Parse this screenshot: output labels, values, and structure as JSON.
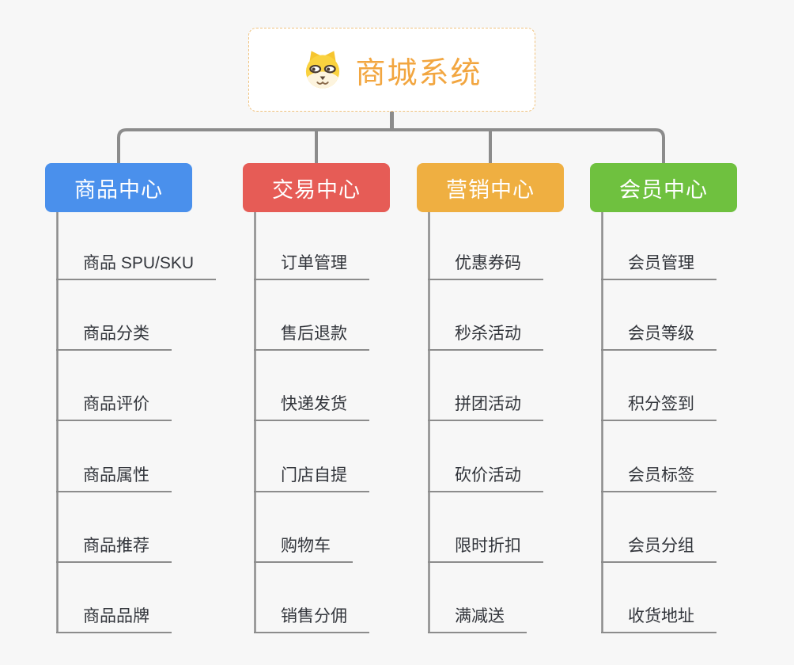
{
  "root": {
    "title": "商城系统",
    "icon": "dog-face-icon"
  },
  "branches": [
    {
      "label": "商品中心",
      "color": "#4a90ec",
      "items": [
        "商品 SPU/SKU",
        "商品分类",
        "商品评价",
        "商品属性",
        "商品推荐",
        "商品品牌"
      ]
    },
    {
      "label": "交易中心",
      "color": "#e65c56",
      "items": [
        "订单管理",
        "售后退款",
        "快递发货",
        "门店自提",
        "购物车",
        "销售分佣"
      ]
    },
    {
      "label": "营销中心",
      "color": "#efaf41",
      "items": [
        "优惠券码",
        "秒杀活动",
        "拼团活动",
        "砍价活动",
        "限时折扣",
        "满减送"
      ]
    },
    {
      "label": "会员中心",
      "color": "#6fc13f",
      "items": [
        "会员管理",
        "会员等级",
        "积分签到",
        "会员标签",
        "会员分组",
        "收货地址"
      ]
    }
  ],
  "colors": {
    "background": "#f7f7f7",
    "connector": "#8c8c8c",
    "root_text": "#f2a640",
    "root_border": "#f0c27e"
  }
}
